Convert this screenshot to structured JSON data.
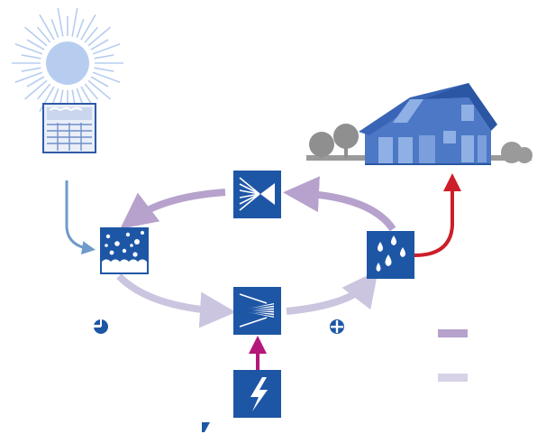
{
  "diagram": {
    "components": [
      {
        "id": "sun",
        "icon": "sun-icon"
      },
      {
        "id": "collector",
        "icon": "solar-collector-icon"
      },
      {
        "id": "house",
        "icon": "house-icon"
      },
      {
        "id": "trees",
        "icon": "trees-icon"
      },
      {
        "id": "expansion-valve",
        "icon": "expansion-valve-icon"
      },
      {
        "id": "evaporator",
        "icon": "evaporator-icon"
      },
      {
        "id": "compressor",
        "icon": "compressor-icon"
      },
      {
        "id": "condenser",
        "icon": "condenser-icon"
      },
      {
        "id": "electric-drive",
        "icon": "lightning-icon"
      }
    ],
    "flows": [
      {
        "id": "ambient-heat-input",
        "color": "#6f9ac9"
      },
      {
        "id": "low-pressure-to-compressor",
        "color": "#cbc5e0"
      },
      {
        "id": "high-pressure-to-condenser",
        "color": "#cbc5e0"
      },
      {
        "id": "condenser-to-valve",
        "color": "#b6a2cc"
      },
      {
        "id": "valve-to-evaporator",
        "color": "#b6a2cc"
      },
      {
        "id": "electric-input",
        "color": "#b5177a"
      },
      {
        "id": "heat-to-house",
        "color": "#cc1f2a"
      }
    ],
    "legend": [
      {
        "id": "legend-hot-line",
        "color": "#b6a2cc"
      },
      {
        "id": "legend-cold-line",
        "color": "#d7d2e6"
      }
    ],
    "colors": {
      "box_blue": "#1e56a6",
      "sun": "#b7cdf0",
      "house_blue": "#4c78c6",
      "roof_blue": "#3a65b6",
      "tree_gray": "#8f8f8f",
      "ground_gray": "#9a9a9a"
    }
  }
}
